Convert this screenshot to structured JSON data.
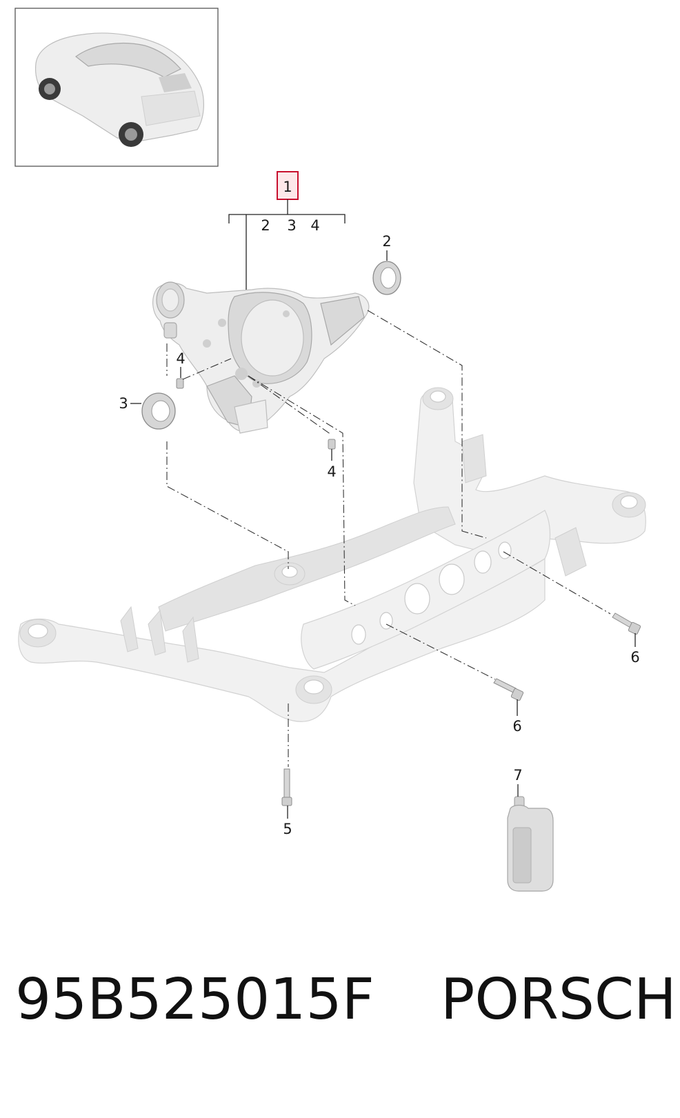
{
  "callouts": {
    "main": "1",
    "sub": [
      "2",
      "3",
      "4"
    ],
    "seal_right": "2",
    "seal_left": "3",
    "screw_left": "4",
    "screw_bottom": "4",
    "bolt_right": "6",
    "bolt_mid": "6",
    "bolt_vertical": "5",
    "oil_bottle": "7"
  },
  "colors": {
    "highlight_box": "#c8102e",
    "highlight_fill": "#fde8ea"
  },
  "caption": {
    "part_number": "95B525015F",
    "brand": "PORSCHE"
  }
}
